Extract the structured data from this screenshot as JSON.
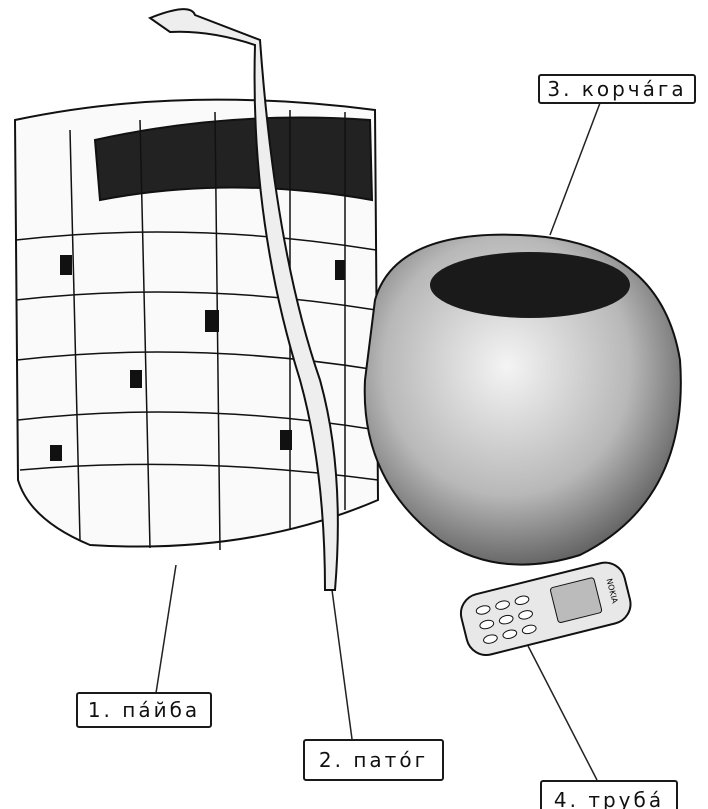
{
  "labels": [
    {
      "text": "1. па́йба"
    },
    {
      "text": "2. пато́г"
    },
    {
      "text": "3. корча́га"
    },
    {
      "text": "4. труба́"
    }
  ],
  "phone_brand": "NOKIA"
}
